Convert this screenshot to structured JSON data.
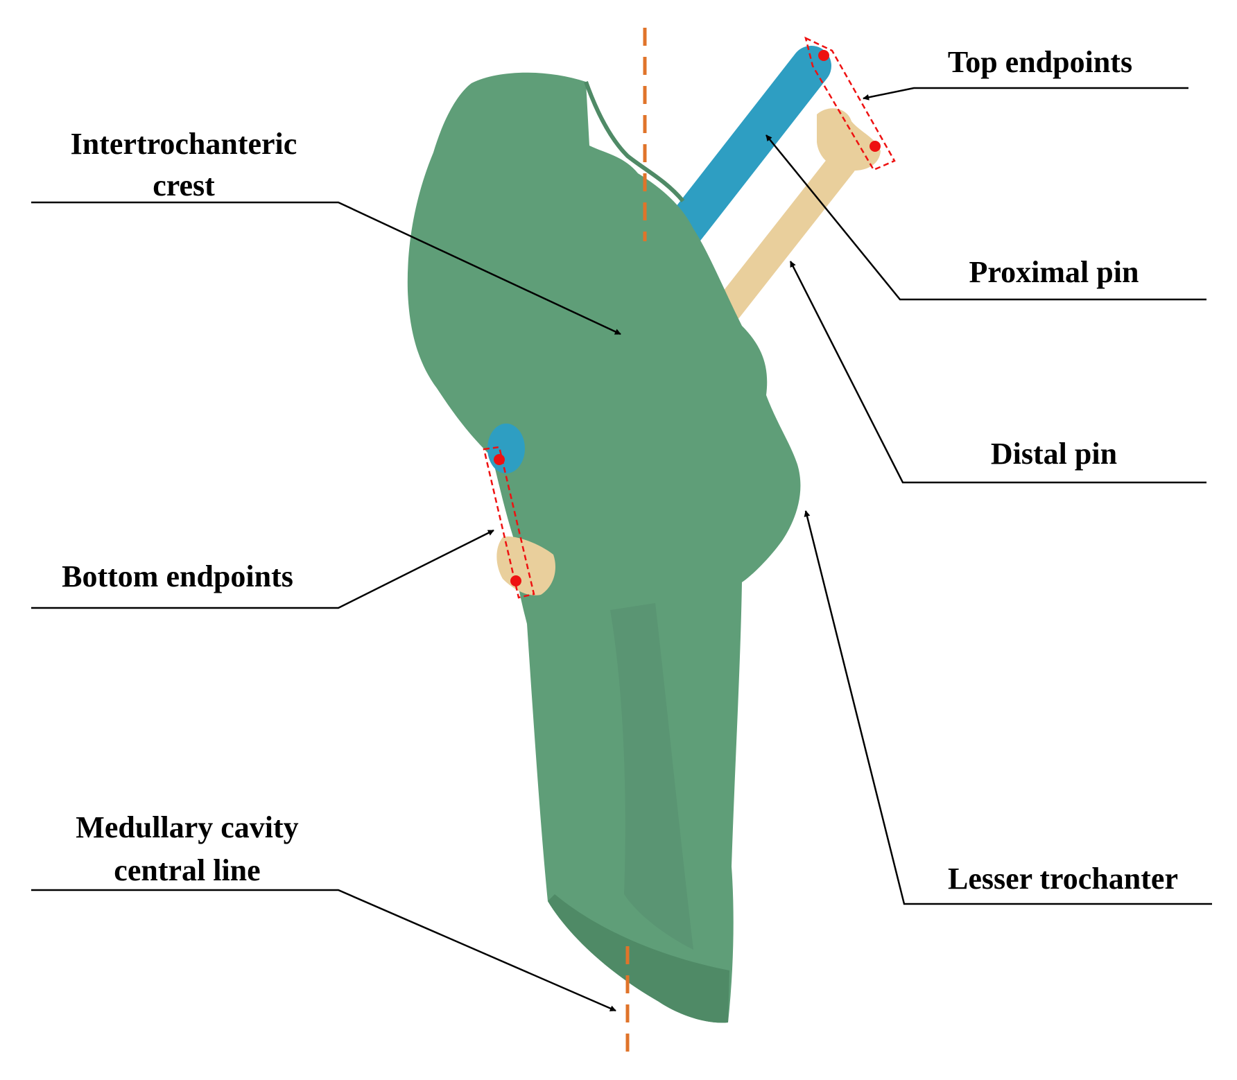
{
  "labels": {
    "intertrochanteric_crest": [
      "Intertrochanteric",
      "crest"
    ],
    "top_endpoints": "Top endpoints",
    "proximal_pin": "Proximal pin",
    "distal_pin": "Distal pin",
    "bottom_endpoints": "Bottom endpoints",
    "medullary_cavity": [
      "Medullary cavity",
      "central line"
    ],
    "lesser_trochanter": "Lesser trochanter"
  },
  "colors": {
    "bone": "#5f9e78",
    "bone_shadow": "#4f8a66",
    "proximal_pin": "#2e9ec2",
    "distal_pin": "#e9cf9c",
    "central_line": "#e0742a",
    "endpoint_marker": "#ee1111",
    "endpoint_box": "#ee1111",
    "leader_line": "#000000"
  }
}
